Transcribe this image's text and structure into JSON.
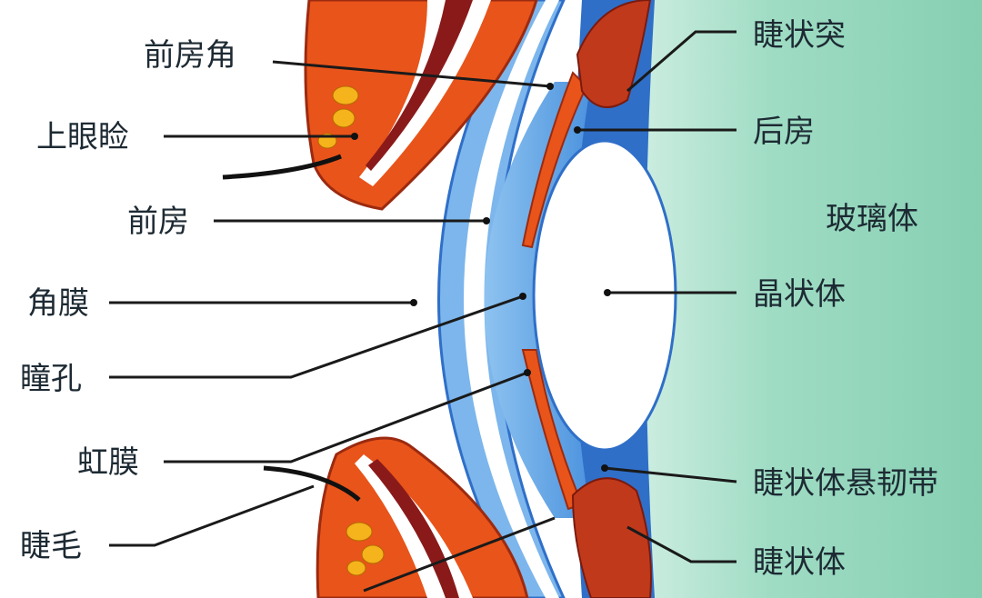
{
  "title": "眼球结构示意图",
  "labels_left": {
    "anterior_chamber_angle": "前房角",
    "upper_eyelid": "上眼睑",
    "anterior_chamber": "前房",
    "cornea": "角膜",
    "pupil": "瞳孔",
    "iris": "虹膜",
    "eyelashes": "睫毛"
  },
  "labels_right": {
    "ciliary_process": "睫状突",
    "posterior_chamber": "后房",
    "vitreous_body": "玻璃体",
    "lens": "晶状体",
    "zonule": "睫状体悬韧带",
    "ciliary_body": "睫状体"
  },
  "colors": {
    "vitreous": "#8fd3b9",
    "cornea": "#6aaee8",
    "chamber": "#5fa3e6",
    "tissue": "#e8541a",
    "muscle": "#8a1a1a",
    "fat": "#f5b31c"
  }
}
